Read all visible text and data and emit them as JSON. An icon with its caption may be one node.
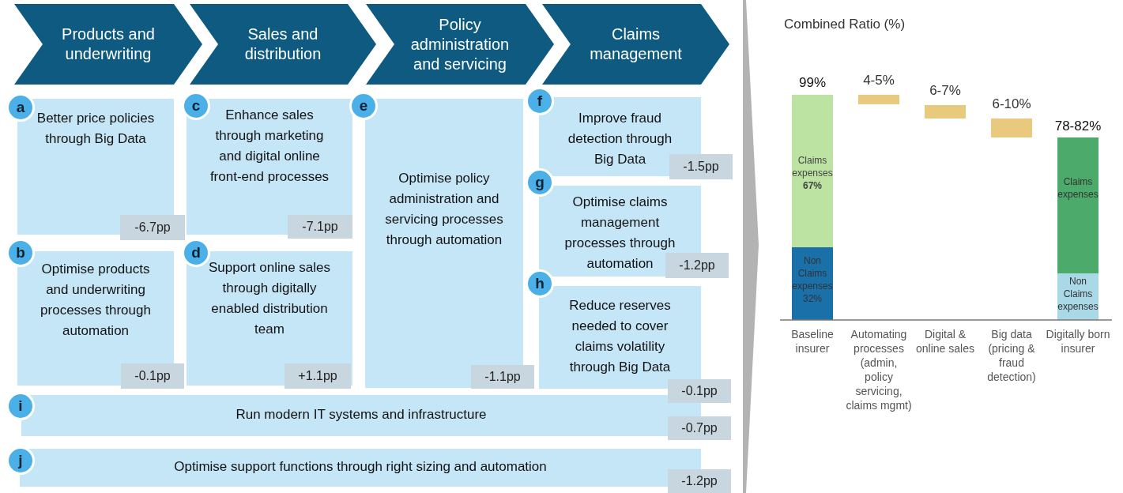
{
  "diagram": {
    "nodes": [
      {
        "text": [
          "Products and underwriting"
        ]
      },
      {
        "text": [
          "Sales and distribution"
        ]
      },
      {
        "text": [
          "Policy administration and servicing"
        ]
      },
      {
        "text": [
          "Claims management"
        ]
      },
      {
        "text": [
          "a"
        ]
      },
      {
        "text": [
          "Better price policies through Big Data"
        ]
      },
      {
        "text": [
          "-6.7pp"
        ]
      },
      {
        "text": [
          "b"
        ]
      },
      {
        "text": [
          "Optimise products and underwriting processes through automation"
        ]
      },
      {
        "text": [
          "-0.1pp"
        ]
      },
      {
        "text": [
          "c"
        ]
      },
      {
        "text": [
          "Enhance sales through marketing and digital online front-end processes"
        ]
      },
      {
        "text": [
          "-7.1pp"
        ]
      },
      {
        "text": [
          "d"
        ]
      },
      {
        "text": [
          "Support online sales through digitally enabled distribution team"
        ]
      },
      {
        "text": [
          "+1.1pp"
        ]
      },
      {
        "text": [
          "e"
        ]
      },
      {
        "text": [
          "Optimise policy administration and servicing processes through automation"
        ]
      },
      {
        "text": [
          "-1.1pp"
        ]
      },
      {
        "text": [
          "f"
        ]
      },
      {
        "text": [
          "Improve fraud detection through Big Data"
        ]
      },
      {
        "text": [
          "-1.5pp"
        ]
      },
      {
        "text": [
          "g"
        ]
      },
      {
        "text": [
          "Optimise claims management processes through automation"
        ]
      },
      {
        "text": [
          "-1.2pp"
        ]
      },
      {
        "text": [
          "h"
        ]
      },
      {
        "text": [
          "Reduce reserves needed to cover claims volatility through Big Data"
        ]
      },
      {
        "text": [
          "-0.1pp"
        ]
      },
      {
        "text": [
          "i"
        ]
      },
      {
        "text": [
          "Run modern IT systems and infrastructure"
        ]
      },
      {
        "text": [
          "-0.7pp"
        ]
      },
      {
        "text": [
          "j"
        ]
      },
      {
        "text": [
          "Optimise support functions through right sizing and automation"
        ]
      },
      {
        "text": [
          "-1.2pp"
        ]
      }
    ],
    "labels": [
      "Combined Ratio (%)",
      "99%",
      "4-5%",
      "6-7%",
      "6-10%",
      "78-82%",
      "Claims expenses **67%**",
      "Non Claims expenses 32%",
      "Claims expenses",
      "Non Claims expenses",
      "Baseline insurer",
      "Automating processes (admin, policy servicing, claims mgmt)",
      "Digital & online sales",
      "Big data (pricing & fraud detection)",
      "Digitally born insurer"
    ]
  }
}
